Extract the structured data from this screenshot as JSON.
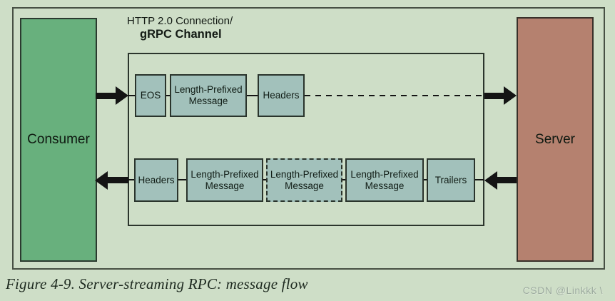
{
  "diagram": {
    "title_line1": "HTTP 2.0 Connection/",
    "title_line2": "gRPC Channel",
    "consumer_label": "Consumer",
    "server_label": "Server",
    "request_flow": {
      "direction": "consumer-to-server",
      "boxes": [
        {
          "label": "EOS",
          "style": "solid"
        },
        {
          "label": "Length-Prefixed Message",
          "style": "solid"
        },
        {
          "label": "Headers",
          "style": "solid"
        }
      ],
      "trailing_line": "dashed"
    },
    "response_flow": {
      "direction": "server-to-consumer",
      "boxes": [
        {
          "label": "Headers",
          "style": "solid"
        },
        {
          "label": "Length-Prefixed Message",
          "style": "solid"
        },
        {
          "label": "Length-Prefixed Message",
          "style": "dashed"
        },
        {
          "label": "Length-Prefixed Message",
          "style": "solid"
        },
        {
          "label": "Trailers",
          "style": "solid"
        }
      ]
    }
  },
  "caption": "Figure 4-9. Server-streaming RPC: message flow",
  "watermark": "CSDN @Linkkk \\",
  "colors": {
    "bg": "#cedec7",
    "box_fill": "#a2c1bb",
    "box_border": "#2a342c",
    "consumer_green": "#68b07d",
    "server_red": "#b5816f",
    "ink": "#141414",
    "frame_border": "#475044",
    "caption_ink": "#1e2a20",
    "watermark_gray": "#9cab9e"
  }
}
